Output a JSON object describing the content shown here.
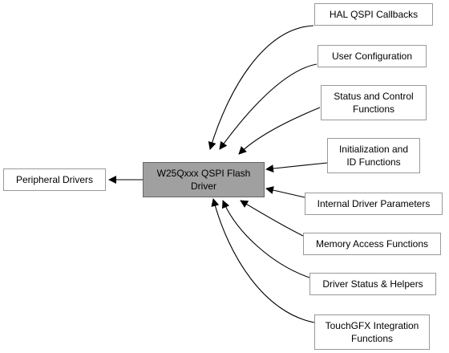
{
  "colors": {
    "edge": "#63b8ff",
    "edge_line": "#000000",
    "node_border": "#999999",
    "current_fill": "#a0a0a0",
    "current_border": "#666666"
  },
  "current_module": {
    "lines": [
      "W25Qxxx QSPI Flash",
      "Driver"
    ]
  },
  "parent_group": {
    "lines": [
      "Peripheral Drivers"
    ]
  },
  "submodules": [
    {
      "id": "hal-qspi-callbacks",
      "lines": [
        "HAL QSPI Callbacks"
      ]
    },
    {
      "id": "user-configuration",
      "lines": [
        "User Configuration"
      ]
    },
    {
      "id": "status-and-control-functions",
      "lines": [
        "Status and Control",
        "Functions"
      ]
    },
    {
      "id": "initialization-and-id-functions",
      "lines": [
        "Initialization and",
        "ID Functions"
      ]
    },
    {
      "id": "internal-driver-parameters",
      "lines": [
        "Internal Driver Parameters"
      ]
    },
    {
      "id": "memory-access-functions",
      "lines": [
        "Memory Access Functions"
      ]
    },
    {
      "id": "driver-status-helpers",
      "lines": [
        "Driver Status & Helpers"
      ]
    },
    {
      "id": "touchgfx-integration-functions",
      "lines": [
        "TouchGFX Integration",
        "Functions"
      ]
    }
  ]
}
